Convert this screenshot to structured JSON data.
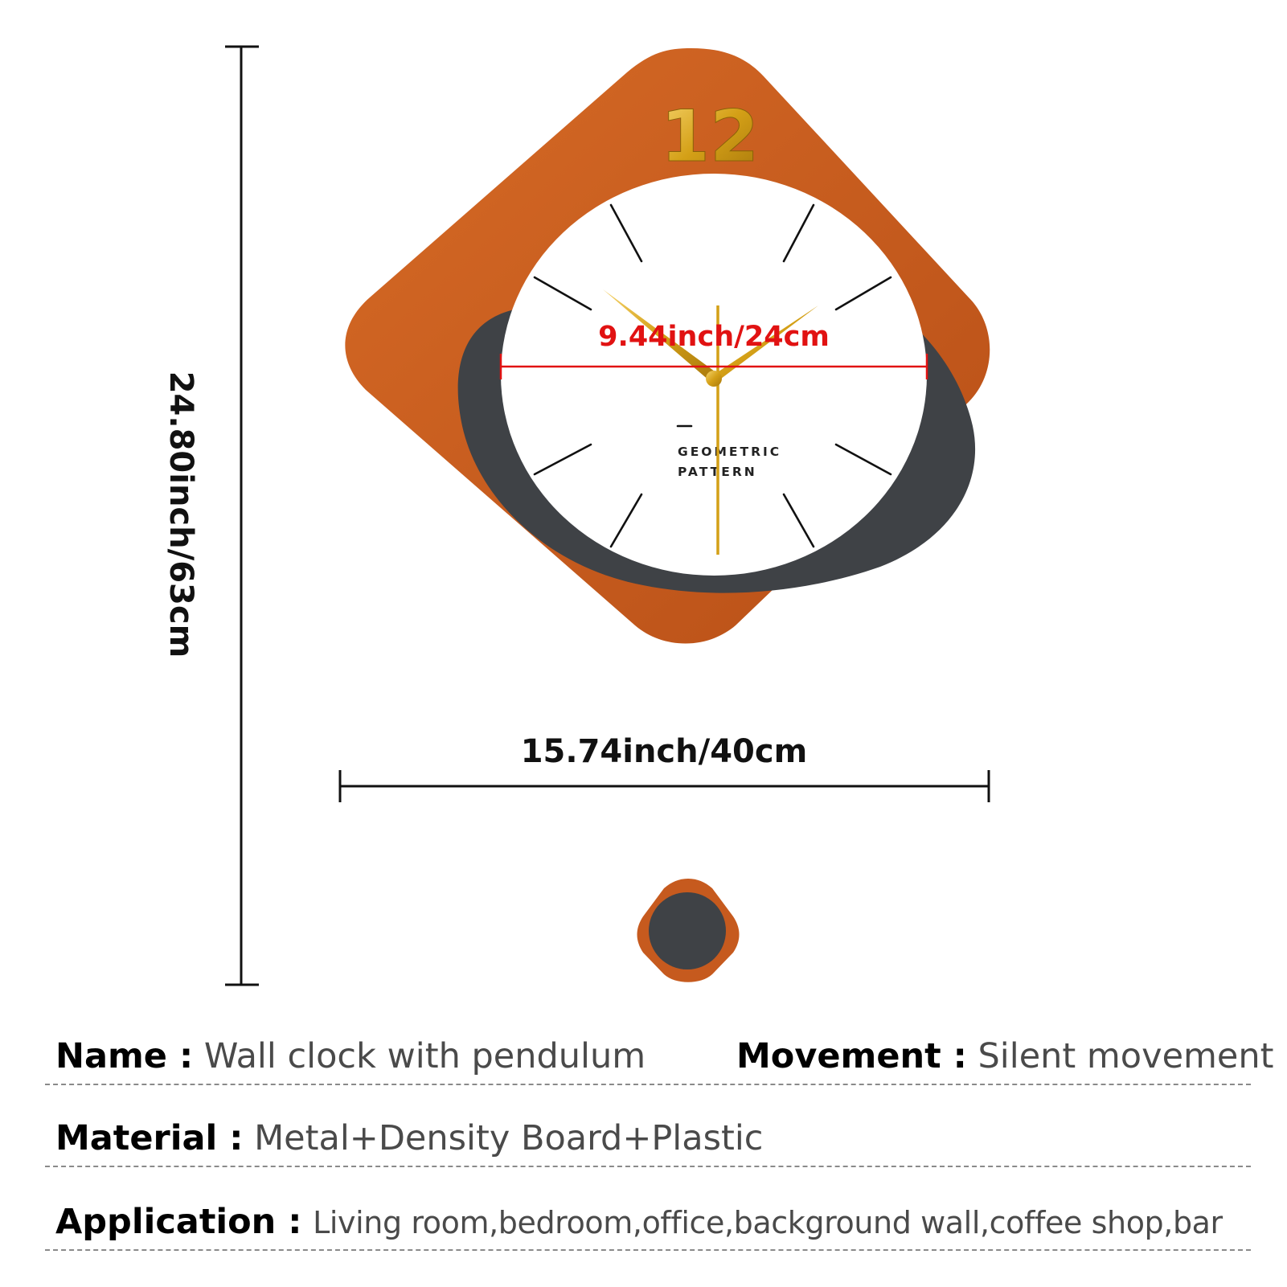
{
  "dimensions": {
    "height": "24.80inch/63cm",
    "width": "15.74inch/40cm",
    "dial_diameter": "9.44inch/24cm"
  },
  "clock_face": {
    "numeral": "12",
    "brand_line_1": "GEOMETRIC",
    "brand_line_2": "PATTERN"
  },
  "colors": {
    "frame_orange": "#c65a1e",
    "back_plate_gray": "#3f4246",
    "dial_white": "#ffffff",
    "gold": "#d4a017",
    "measure_red": "#e11212",
    "text_dark": "#000000",
    "text_gray": "#4a4a4a"
  },
  "specs": {
    "name": {
      "label": "Name :",
      "value": "Wall clock with pendulum"
    },
    "movement": {
      "label": "Movement :",
      "value": "Silent movement"
    },
    "material": {
      "label": "Material :",
      "value": "Metal+Density Board+Plastic"
    },
    "application": {
      "label": "Application :",
      "value": "Living room,bedroom,office,background wall,coffee shop,bar"
    }
  }
}
